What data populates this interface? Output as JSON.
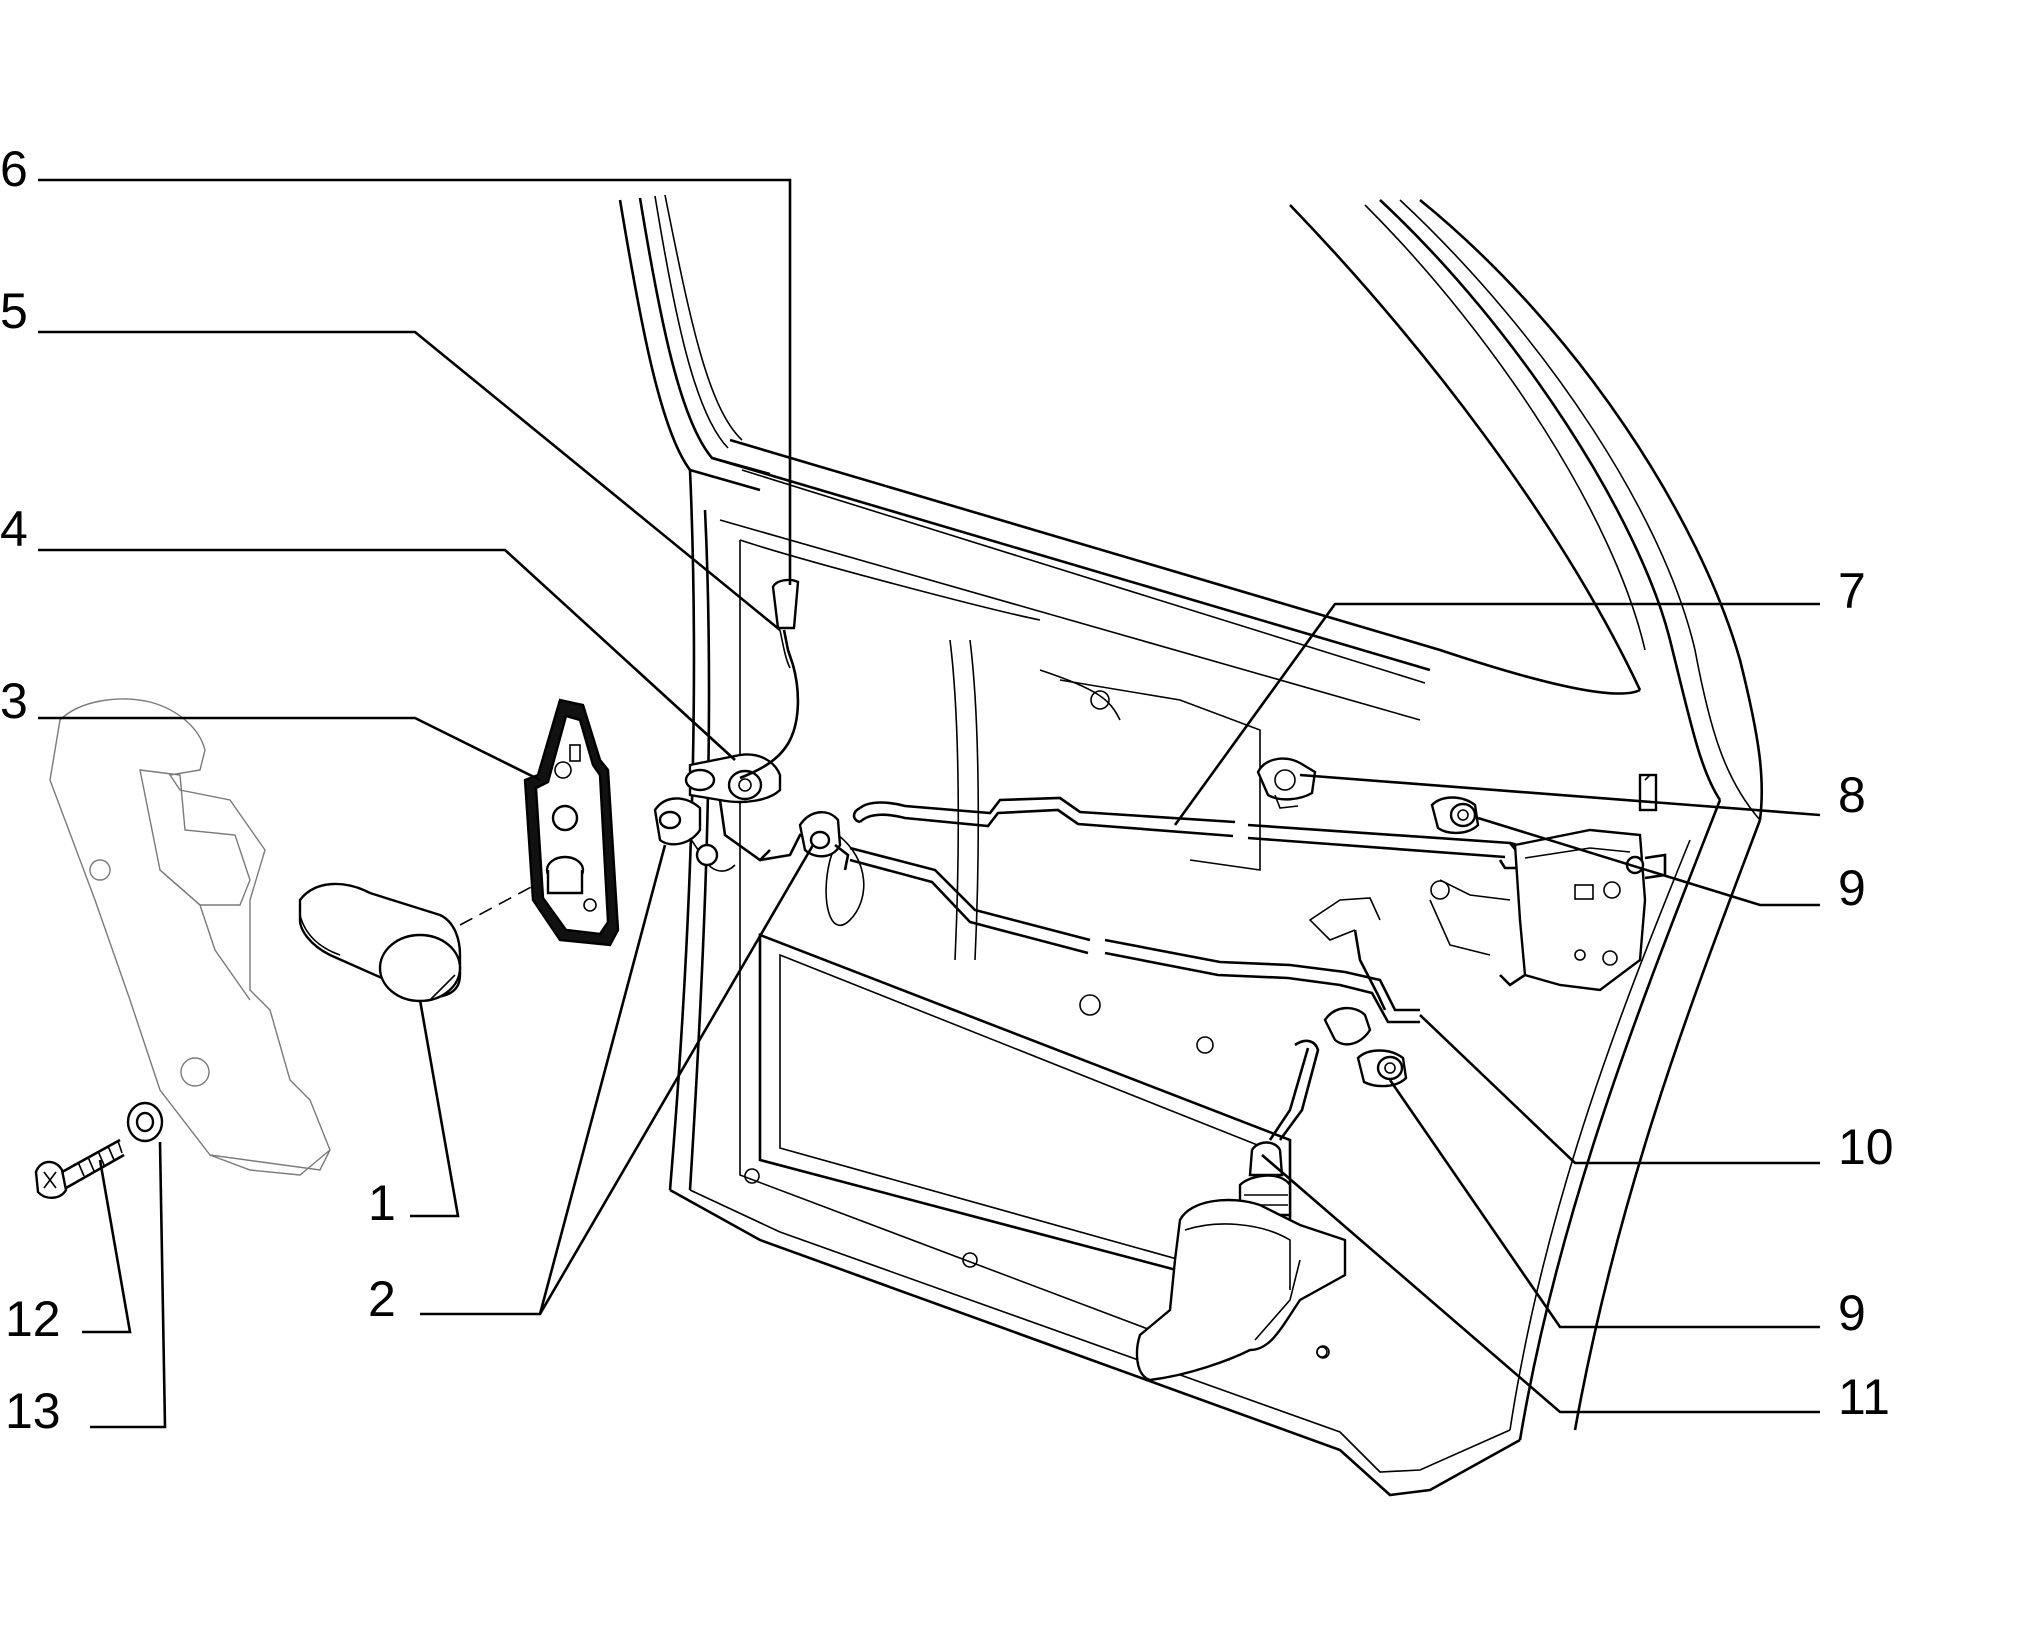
{
  "callouts": {
    "c1": "1",
    "c2": "2",
    "c3": "3",
    "c4": "4",
    "c5": "5",
    "c6": "6",
    "c7": "7",
    "c8": "8",
    "c9a": "9",
    "c9b": "9",
    "c10": "10",
    "c11": "11",
    "c12": "12",
    "c13": "13"
  },
  "colors": {
    "ink": "#000000",
    "background": "#ffffff",
    "ghost_outline": "#7a7a7a"
  }
}
